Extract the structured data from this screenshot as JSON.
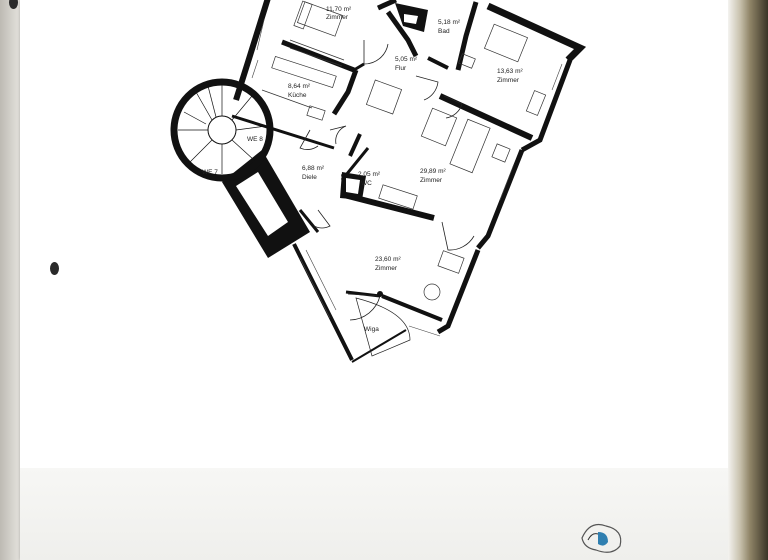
{
  "floorplan": {
    "rooms": [
      {
        "id": "zimmer-1",
        "area": "11,70 m²",
        "name": "Zimmer"
      },
      {
        "id": "bad",
        "area": "5,18 m²",
        "name": "Bad"
      },
      {
        "id": "flur",
        "area": "5,05 m²",
        "name": "Flur"
      },
      {
        "id": "zimmer-2",
        "area": "13,63 m²",
        "name": "Zimmer"
      },
      {
        "id": "kueche",
        "area": "8,64 m²",
        "name": "Küche"
      },
      {
        "id": "diele",
        "area": "6,88 m²",
        "name": "Diele"
      },
      {
        "id": "wc",
        "area": "2,05 m²",
        "name": "WC"
      },
      {
        "id": "zimmer-3",
        "area": "29,89 m²",
        "name": "Zimmer"
      },
      {
        "id": "zimmer-4",
        "area": "23,60 m²",
        "name": "Zimmer"
      }
    ],
    "labels": {
      "we8": "WE 8",
      "we7": "WE 7",
      "wiga": "Wiga"
    }
  },
  "colors": {
    "wall": "#111111",
    "paper": "#ffffff",
    "scan_edge": "#8f8467"
  }
}
